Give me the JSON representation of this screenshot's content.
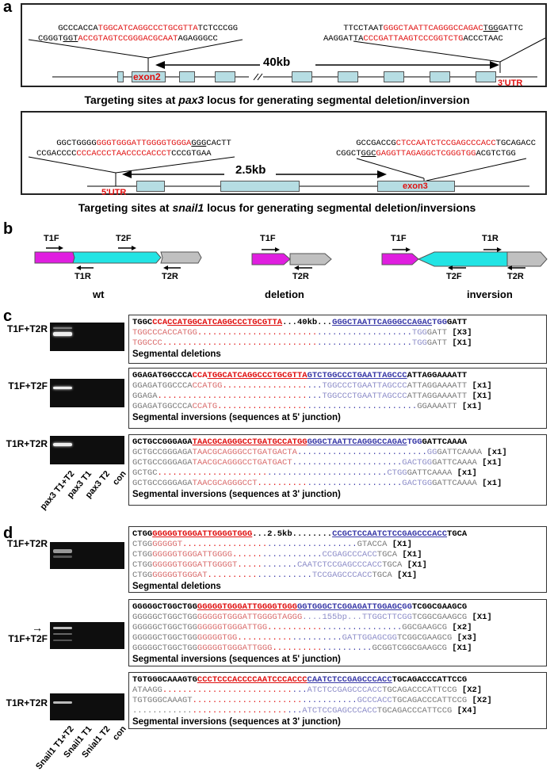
{
  "panel_a": {
    "letter": "a",
    "pax3": {
      "left_site": {
        "top": {
          "pre": "GCCCACCA",
          "target": "TGGCATCAGGCCCTGCGTTA",
          "post": "TCTCCCGG"
        },
        "bottom": {
          "pre": "CGGGT",
          "pam": "GGT",
          "target": "ACCGTAGTCCGGGACGCAAT",
          "post": "AGAGGGCC"
        }
      },
      "right_site": {
        "top": {
          "pre": "TTCCTAAT",
          "target": "GGGCTAATTCAGGGCCAGAC",
          "pam": "TGG",
          "post": "GATTC"
        },
        "bottom": {
          "pre": "AAGGATTA",
          "target": "CCCGATTAAGTCCCGGTCTG",
          "post": "ACCCTAAC"
        }
      },
      "distance_label": "40kb",
      "exon_label": "exon2",
      "utr_label": "3'UTR",
      "caption_pre": "Targeting sites at ",
      "caption_gene": "pax3",
      "caption_post": " locus for generating segmental deletion/inversion"
    },
    "snail1": {
      "left_site": {
        "top": {
          "pre": "GGCTGGGG",
          "target": "GGGTGGGATTGGGGTGGGA",
          "pam": "GGG",
          "post": "CACTT"
        },
        "bottom": {
          "pre": "CCGACCCC",
          "target": "CCCACCCTAACCCCACCCT",
          "post": "CCCGTGAA"
        }
      },
      "right_site": {
        "top": {
          "pre": "GCCGACCG",
          "target": "CTCCAATCTCCGAGCCCACC",
          "post": "TGCAGACC"
        },
        "bottom": {
          "pre": "CGGCT",
          "pam": "GGC",
          "target": "GAGGTTAGAGGCTCGGGTGG",
          "post": "ACGTCTGG"
        }
      },
      "distance_label": "2.5kb",
      "exon_label": "exon3",
      "utr_label": "5'UTR",
      "caption_pre": "Targeting sites at ",
      "caption_gene": "snail1",
      "caption_post": " locus for generating segmental deletion/inversions"
    }
  },
  "panel_b": {
    "letter": "b",
    "wt": {
      "label": "wt",
      "primers": [
        "T1F",
        "T2F",
        "T1R",
        "T2R"
      ]
    },
    "deletion": {
      "label": "deletion",
      "primers": [
        "T1F",
        "T2R"
      ]
    },
    "inversion": {
      "label": "inversion",
      "primers": [
        "T1F",
        "T1R",
        "T2F",
        "T2R"
      ]
    },
    "colors": {
      "segment1": "#e01ee0",
      "segment2": "#22e4e4",
      "segment3": "#c0c0c0"
    }
  },
  "panel_c": {
    "letter": "c",
    "gels": [
      {
        "label": "T1F+T2R"
      },
      {
        "label": "T1F+T2F"
      },
      {
        "label": "T1R+T2R"
      }
    ],
    "lanes": [
      "pax3 T1+T2",
      "pax3 T1",
      "pax3 T2",
      "con"
    ],
    "blocks": [
      {
        "ref": {
          "a": "TGGC",
          "b": "CCA",
          "c": "CCATGGCATCAGGCCCTGCGTTA",
          "d": "...40kb...",
          "e": "GGGCTAATTCAGGGCCAGAC",
          "f": "TGG",
          "g": "GATT"
        },
        "rows": [
          {
            "left": "TGGCCCACCATGG",
            "dots_red": "........................",
            "dots_blue": "...................",
            "blue": "",
            "right_grey": "TGG",
            "right_black": "GATT",
            "count": "[X3]"
          },
          {
            "left": "TGGCCC",
            "dots_red": "...............................",
            "dots_blue": "...................",
            "blue": "",
            "right_grey": "TGG",
            "right_black": "GATT",
            "count": "[X1]"
          }
        ],
        "title": "Segmental deletions"
      },
      {
        "ref": {
          "a": "GGAGATGGCCCA",
          "b": "CCA",
          "c": "TGGCATCAGGCCCTGCGTTA",
          "e": "GTCTGGCCCTGAATTAGCCC",
          "g": "ATTAGGAAAATT"
        },
        "rows": [
          {
            "grey": "GGAGATGGCCCA",
            "red": "CCATGG",
            "dots_red": ".................",
            "dots_blue": "...",
            "blue": "TGGCCCTGAATTAGCCC",
            "tail": "ATTAGGAAAATT",
            "count": "[x1]"
          },
          {
            "grey": "GGAGA",
            "red": "",
            "dots_red": "..............................",
            "dots_blue": "...",
            "blue": "TGGCCCTGAATTAGCCC",
            "tail": "ATTAGGAAAATT",
            "count": "[X1]"
          },
          {
            "grey": "GGAGATGGCCCA",
            "red": "CCATG",
            "dots_red": "..................",
            "dots_blue": "......................",
            "blue": "",
            "tail": "GGAAAATT",
            "count": "[x1]"
          }
        ],
        "title": "Segmental inversions (sequences at 5' junction)"
      },
      {
        "ref": {
          "a": "GCTGCCGGGAGA",
          "c": "TAACGCAGGGCCTGATGCCATGG",
          "e": "GGGCTAATTCAGGGCCAGAC",
          "f": "TGG",
          "g": "GATTCAAAA"
        },
        "rows": [
          {
            "grey": "GCTGCCGGGAGA",
            "red": "TAACGCAGGGCCTGATGACTA",
            "dots_red": "",
            "dots_blue": "..........................",
            "blue": "",
            "tail_grey": "GG",
            "tail": "GATTCAAAA",
            "count": "[x1]"
          },
          {
            "grey": "GCTGCCGGGAGA",
            "red": "TAACGCAGGGCCTGATGACT",
            "dots_red": "",
            "dots_blue": "......................",
            "blue": "GACT",
            "tail_grey": "GG",
            "tail": "GATTCAAAA",
            "count": "[x1]"
          },
          {
            "grey": "GCTGC",
            "red": "",
            "dots_red": "......................",
            "dots_blue": "........................",
            "blue": "CT",
            "tail_grey": "GG",
            "tail": "GATTCAAAA",
            "count": "[x1]"
          },
          {
            "grey": "GCTGCCGGGAGA",
            "red": "TAACGCAGGGCCT",
            "dots_red": "..........",
            "dots_blue": "...................",
            "blue": "GACT",
            "tail_grey": "GG",
            "tail": "GATTCAAAA",
            "count": "[x1]"
          }
        ],
        "title": "Segmental inversions (sequences at 3' junction)"
      }
    ]
  },
  "panel_d": {
    "letter": "d",
    "gels": [
      {
        "label": "T1F+T2R"
      },
      {
        "label": "T1F+T2F"
      },
      {
        "label": "T1R+T2R"
      }
    ],
    "lanes": [
      "Snail1  T1+T2",
      "Snail1  T1",
      "Snial1  T2",
      "con"
    ],
    "blocks": [
      {
        "ref": {
          "a": "CTGG",
          "c": "GGGGGTGGGATTGGGGTGGG",
          "d": "...2.5kb........",
          "e": "CCGCTCCAATCTCCGAGCCCACC",
          "g": "TGCA"
        },
        "rows": [
          {
            "grey": "CTGG",
            "red": "GGGGGT",
            "dots_red": ".................",
            "dots_blue": "..................",
            "blue": "",
            "tail": "GTACCA",
            "count": "[X1]"
          },
          {
            "grey": "CTGG",
            "red": "GGGGGTGGGATTGGGG",
            "dots_red": "......",
            "dots_blue": "............",
            "blue": "CCGAGCCCACC",
            "tail": "TGCA",
            "count": "[X1]"
          },
          {
            "grey": "CTGG",
            "red": "GGGGGTGGGATTGGGGT",
            "dots_red": ".....",
            "dots_blue": ".......",
            "blue": "CAATCTCCGAGCCCACC",
            "tail": "TGCA",
            "count": "[X1]"
          },
          {
            "grey": "CTGG",
            "red": "GGGGGTGGGAT",
            "dots_red": "..........",
            "dots_blue": "...........",
            "blue": "TCCGAGCCCACC",
            "tail": "TGCA",
            "count": "[X1]"
          }
        ],
        "title": "Segmental deletions"
      },
      {
        "ref": {
          "a": "GGGGGCTGGCTGG",
          "c": "GGGGGTGGGATTGGGGTGGG",
          "e": "GGTGGGCTCGGAGATTGGAGC",
          "f": "GG",
          "g": "TCGGCGAAGCG"
        },
        "rows": [
          {
            "grey": "GGGGGCTGGCTGG",
            "red": "GGGGGTGGGATTGGGGTAGGG",
            "dots_red": "",
            "dots_blue": "....155bp...",
            "blue": "TTGGCTTCGG",
            "tail": "TCGGCGAAGCG",
            "count": "[X1]"
          },
          {
            "grey": "GGGGGCTGGCTGG",
            "red": "GGGGGTGGGATTGG",
            "dots_red": "...........",
            "dots_blue": "................",
            "blue": "",
            "tail": "GGCGAAGCG",
            "count": "[x2]"
          },
          {
            "grey": "GGGGGCTGGCTGG",
            "red": "GGGGGTGG",
            "dots_red": "...........",
            "dots_blue": "..........",
            "blue": "GATTGGAGCGG",
            "tail": "TCGGCGAAGCG",
            "count": "[x3]"
          },
          {
            "grey": "GGGGGCTGGCTGG",
            "red": "GGGGGTGGGATTGGG",
            "dots_red": "..........",
            "dots_blue": "..........",
            "blue": "",
            "tail": "GCGGTCGGCGAAGCG",
            "count": "[X1]"
          }
        ],
        "title": "Segmental inversions (sequences at 5' junction)"
      },
      {
        "ref": {
          "a": "TGTGGGCAAAGTG",
          "c": "CCCTCCCACCCCAATCCCACCC",
          "e": "CAATCTCCGAGCCCACC",
          "g": "TGCAGACCCATTCCG"
        },
        "rows": [
          {
            "grey": "ATAAGG",
            "red": "",
            "dots_red": "..........................",
            "dots_blue": "...",
            "blue": "ATCTCCGAGCCCACC",
            "tail": "TGCAGACCCATTCCG",
            "count": "[X2]"
          },
          {
            "grey": "TGTGGGCAAAGT",
            "red": "",
            "dots_red": "......................",
            "dots_blue": "...........",
            "blue": "GCCCACC",
            "tail": "TGCAGACCCATTCCG",
            "count": "[X2]"
          },
          {
            "grey": "",
            "red": "",
            "dots_grey": "............",
            "dots_red": "...................",
            "dots_blue": "...",
            "blue": "ATCTCCGAGCCCACC",
            "tail": "TGCAGACCCATTCCG",
            "count": "[X4]"
          }
        ],
        "title": "Segmental inversions (sequences at 3' junction)"
      }
    ]
  }
}
